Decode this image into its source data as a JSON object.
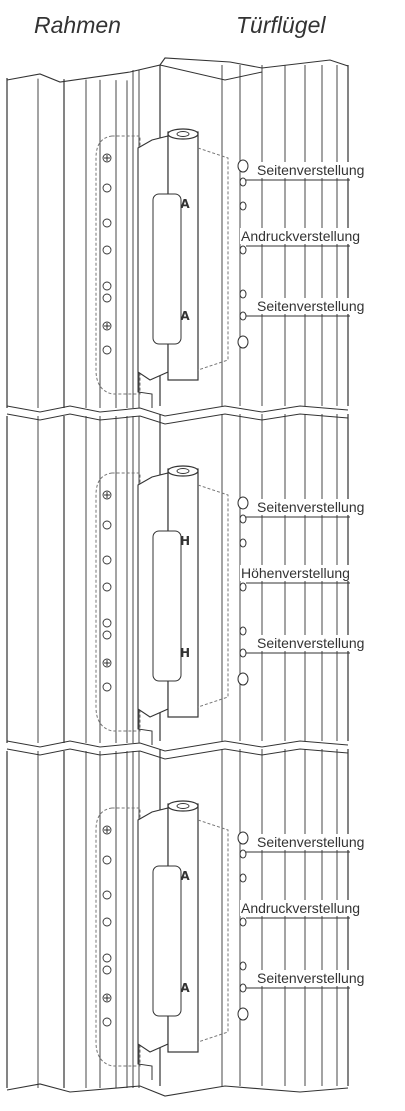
{
  "headers": {
    "frame": "Rahmen",
    "door_leaf": "Türflügel"
  },
  "hinges": [
    {
      "marker": "A",
      "labels": [
        "Seitenverstellung",
        "Andruckverstellung",
        "Seitenverstellung"
      ]
    },
    {
      "marker": "H",
      "labels": [
        "Seitenverstellung",
        "Höhenverstellung",
        "Seitenverstellung"
      ]
    },
    {
      "marker": "A",
      "labels": [
        "Seitenverstellung",
        "Andruckverstellung",
        "Seitenverstellung"
      ]
    }
  ],
  "colors": {
    "line": "#333333",
    "hidden_line": "#777777",
    "background": "#ffffff"
  }
}
